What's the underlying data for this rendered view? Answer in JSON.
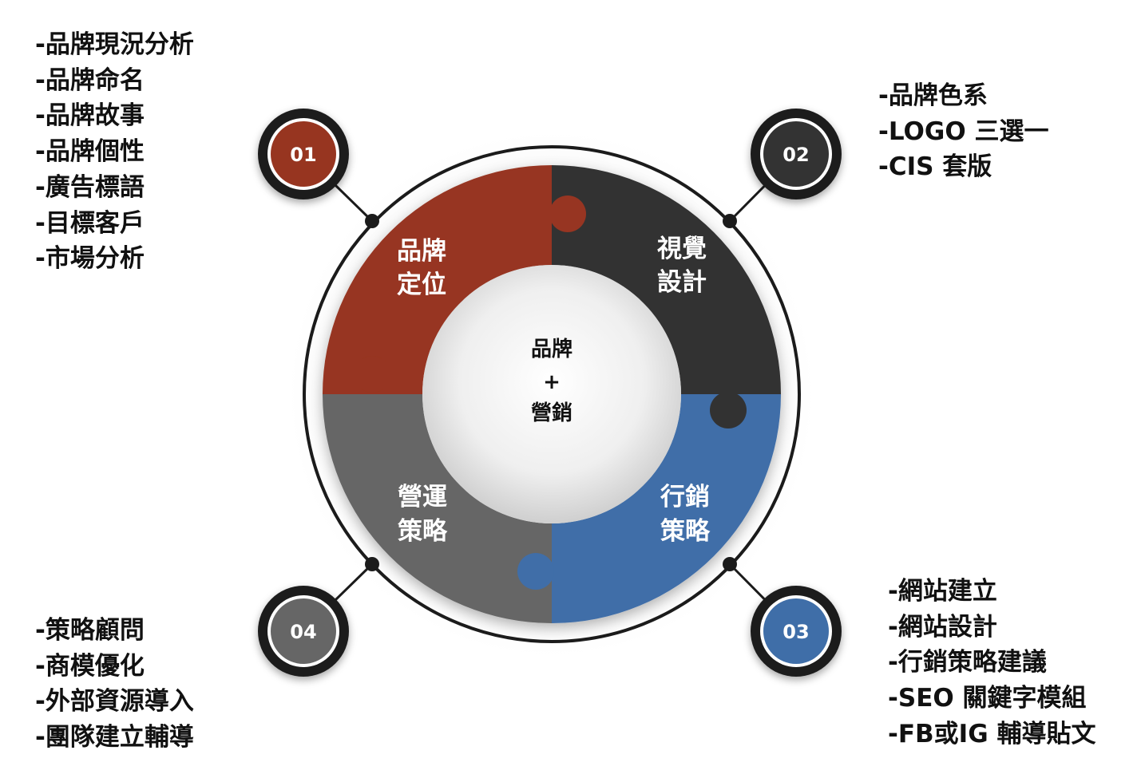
{
  "center": {
    "line1": "品牌",
    "line2": "+",
    "line3": "營銷"
  },
  "segments": [
    {
      "number": "01",
      "title_line1": "品牌",
      "title_line2": "定位",
      "color": "#973520",
      "items": [
        "-品牌現況分析",
        "-品牌命名",
        "-品牌故事",
        "-品牌個性",
        "-廣告標語",
        "-目標客戶",
        "-市場分析"
      ]
    },
    {
      "number": "02",
      "title_line1": "視覺",
      "title_line2": "設計",
      "color": "#333333",
      "items": [
        "-品牌色系",
        "-LOGO 三選一",
        "-CIS 套版"
      ]
    },
    {
      "number": "03",
      "title_line1": "行銷",
      "title_line2": "策略",
      "color": "#3f6ea8",
      "items": [
        "-網站建立",
        "-網站設計",
        "-行銷策略建議",
        "-SEO 關鍵字模組",
        "-FB或IG 輔導貼文"
      ]
    },
    {
      "number": "04",
      "title_line1": "營運",
      "title_line2": "策略",
      "color": "#666666",
      "items": [
        "-策略顧問",
        "-商模優化",
        "-外部資源導入",
        "-團隊建立輔導"
      ]
    }
  ]
}
